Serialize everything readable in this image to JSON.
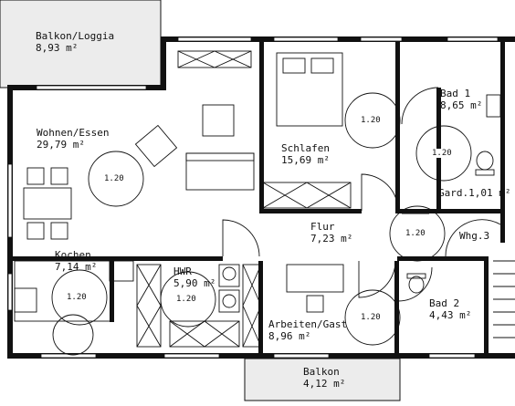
{
  "plan": {
    "rooms": [
      {
        "name": "Balkon/Loggia",
        "area": "8,93 m²"
      },
      {
        "name": "Wohnen/Essen",
        "area": "29,79 m²"
      },
      {
        "name": "Schlafen",
        "area": "15,69 m²"
      },
      {
        "name": "Bad 1",
        "area": "8,65 m²"
      },
      {
        "name": "Flur",
        "area": "7,23 m²"
      },
      {
        "name": "Kochen",
        "area": "7,14 m²"
      },
      {
        "name": "HWR",
        "area": "5,90 m²"
      },
      {
        "name": "Arbeiten/Gast",
        "area": "8,96 m²"
      },
      {
        "name": "Bad 2",
        "area": "4,43 m²"
      },
      {
        "name": "Gard.",
        "area": "1,01 m²"
      },
      {
        "name": "Balkon",
        "area": "4,12 m²"
      }
    ],
    "neighbour_label": "Whg.3",
    "turning_circle_label": "1.20",
    "colors": {
      "wall": "#111111",
      "fill": "#ffffff",
      "balcony": "#ececec"
    }
  }
}
